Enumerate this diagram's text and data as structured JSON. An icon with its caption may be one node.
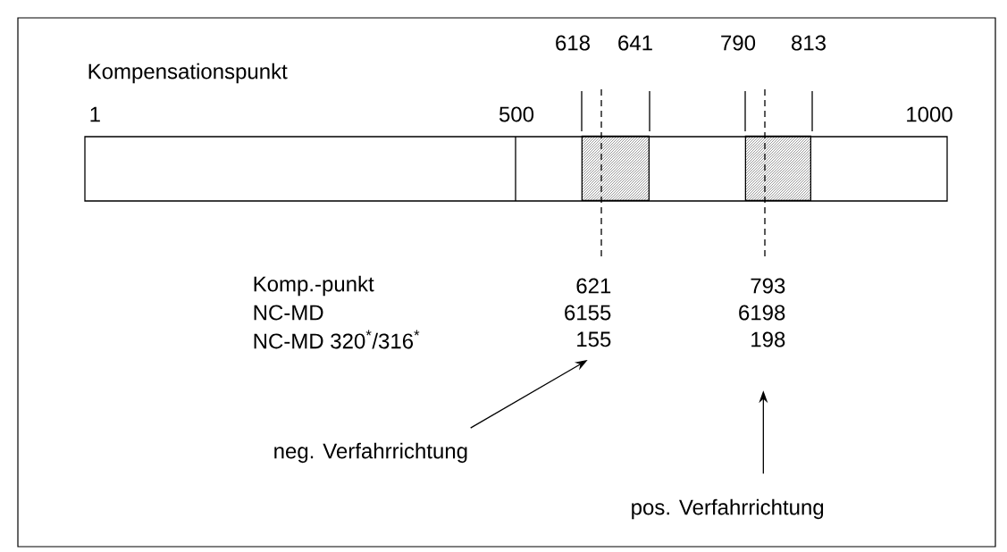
{
  "diagram": {
    "nodes": [
      {
        "text": [],
        "shape": "box"
      },
      {
        "text": [],
        "shape": "box",
        "in": 0
      },
      {
        "text": [],
        "shape": "box",
        "in": 0
      },
      {
        "text": [
          "155"
        ]
      },
      {
        "text": [
          "198"
        ]
      },
      {
        "text": [
          "neg. Verfahrrichtung"
        ]
      },
      {
        "text": [
          "pos. Verfahrrichtung"
        ]
      }
    ],
    "edges": [
      {
        "from": 5,
        "to": 3,
        "arrow": "to"
      },
      {
        "from": 6,
        "to": 4,
        "arrow": "to"
      }
    ],
    "labels": [
      "Kompensationspunkt",
      "618",
      "641",
      "790",
      "813",
      "1",
      "500",
      "1000",
      "Komp.-punkt",
      "621",
      "793",
      "NC-MD",
      "6155",
      "6198",
      "NC-MD 320$^{*}$/316$^{*}$"
    ]
  }
}
